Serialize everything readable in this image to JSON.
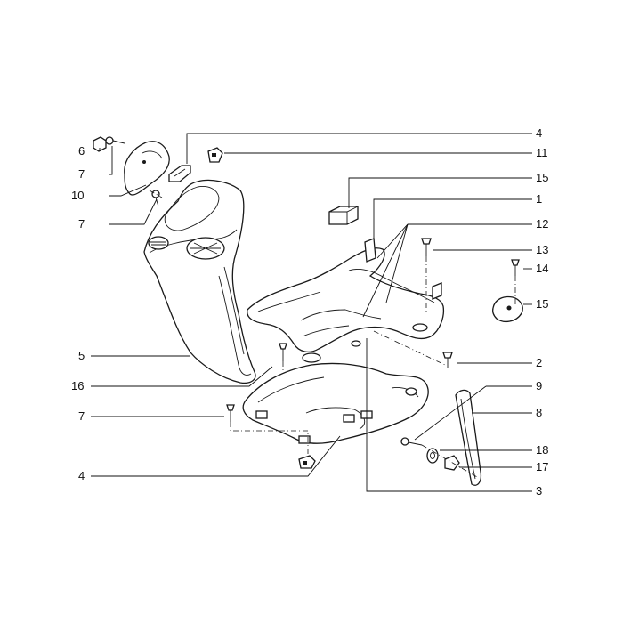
{
  "callouts": {
    "c1": "1",
    "c2": "2",
    "c3": "3",
    "c4a": "4",
    "c4b": "4",
    "c5": "5",
    "c6": "6",
    "c7a": "7",
    "c7b": "7",
    "c7c": "7",
    "c8": "8",
    "c9": "9",
    "c10": "10",
    "c11": "11",
    "c12": "12",
    "c13": "13",
    "c14": "14",
    "c15a": "15",
    "c15b": "15",
    "c16": "16",
    "c17": "17",
    "c18": "18"
  },
  "colors": {
    "ink": "#1a1a1a",
    "paper": "#ffffff"
  }
}
